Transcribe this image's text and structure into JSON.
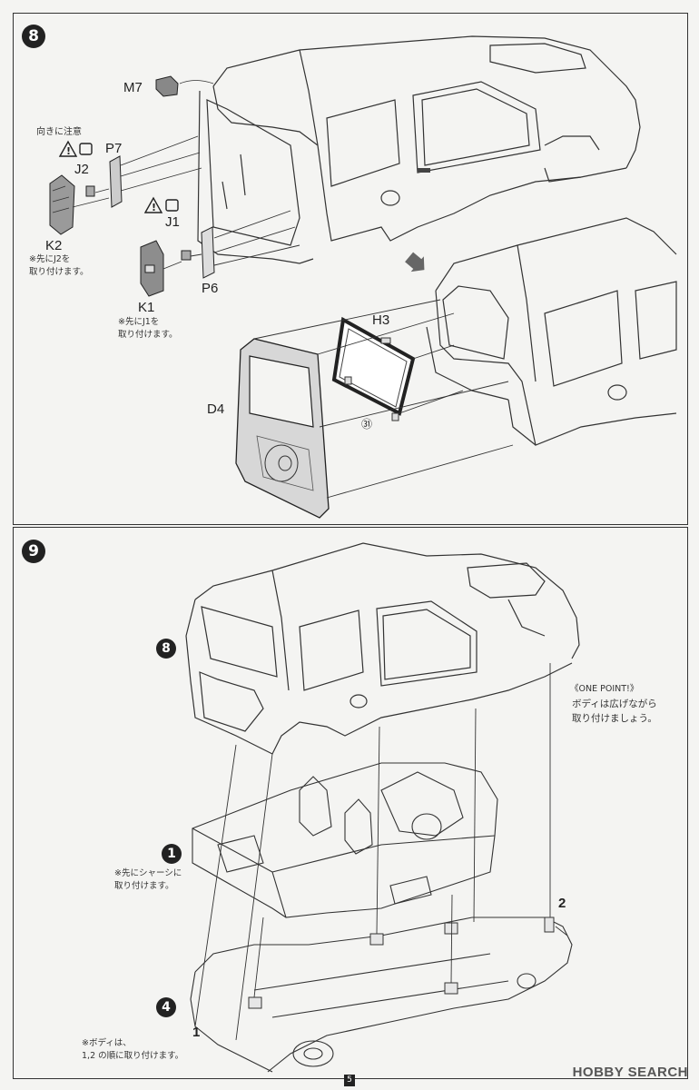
{
  "page_number": "5",
  "watermark": "HOBBY SEARCH",
  "step8": {
    "number": "8",
    "parts": {
      "m7": "M7",
      "p7": "P7",
      "j2": "J2",
      "k2": "K2",
      "j1": "J1",
      "p6": "P6",
      "k1": "K1",
      "h3": "H3",
      "d4": "D4",
      "glue_ref": "㉛"
    },
    "caution_label": "向きに注意",
    "note_k2": "※先にJ2を\n取り付けます。",
    "note_k1": "※先にJ1を\n取り付けます。"
  },
  "step9": {
    "number": "9",
    "ref_body": "8",
    "ref_interior": "1",
    "ref_chassis": "4",
    "note_interior": "※先にシャーシに\n取り付けます。",
    "one_point_title": "《ONE POINT!》",
    "one_point_text": "ボディは広げながら\n取り付けましょう。",
    "pin1": "1",
    "pin2": "2",
    "note_body": "※ボディは、\n1,2 の順に取り付けます。"
  }
}
